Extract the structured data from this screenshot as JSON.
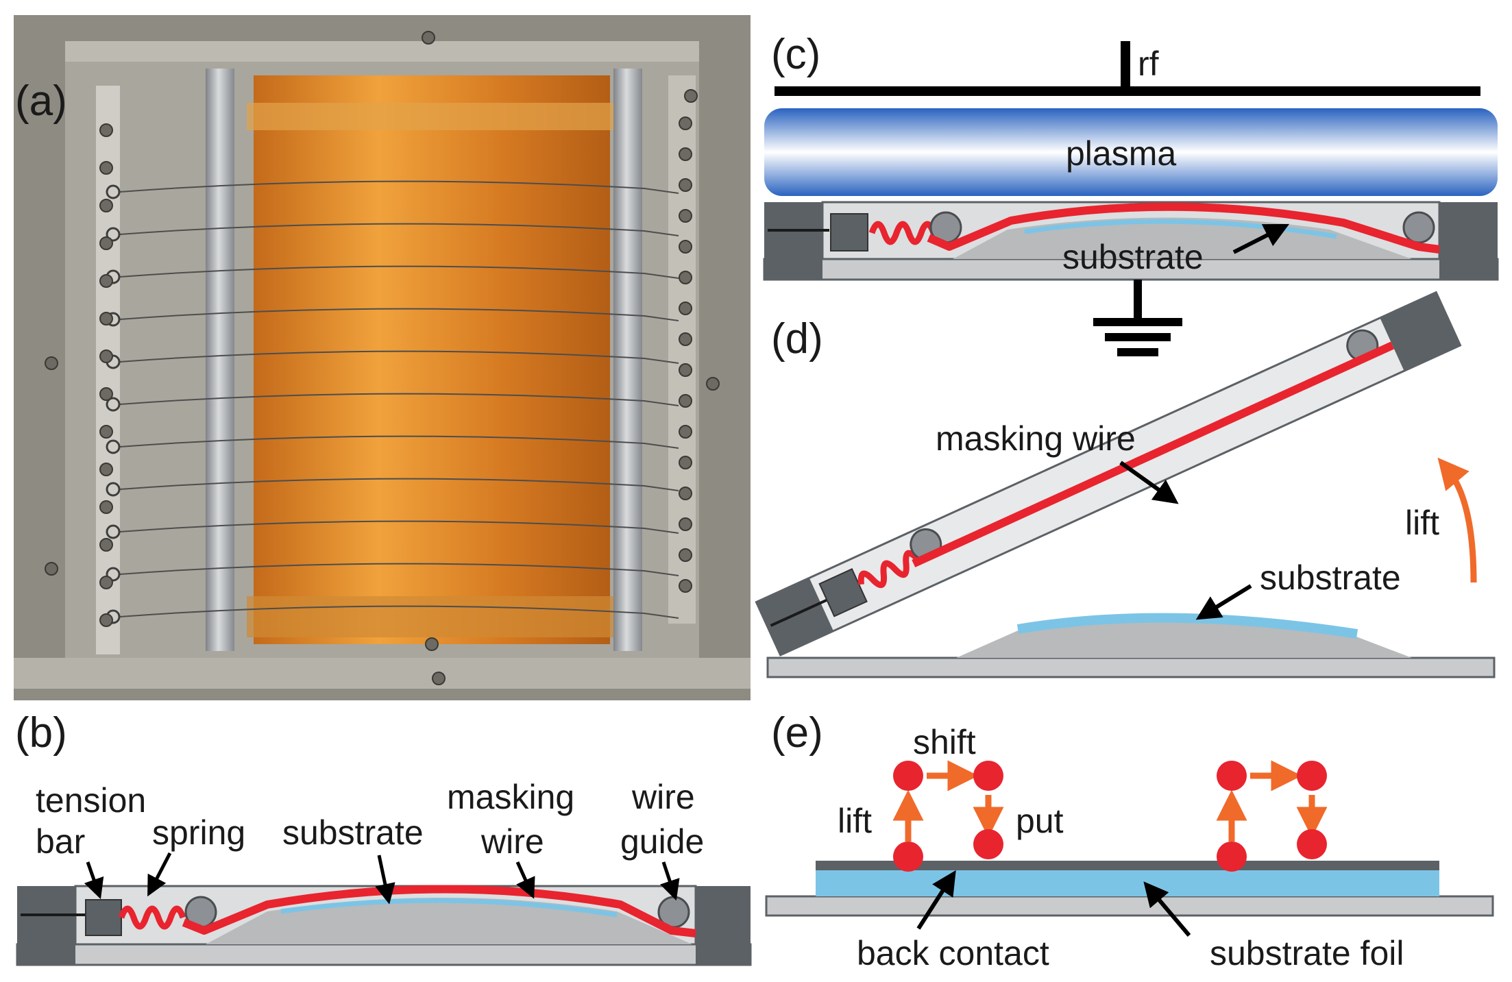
{
  "panels": {
    "a": {
      "label": "(a)"
    },
    "b": {
      "label": "(b)",
      "tension_bar": [
        "tension",
        "bar"
      ],
      "spring": "spring",
      "substrate": "substrate",
      "masking_wire": [
        "masking",
        "wire"
      ],
      "wire_guide": [
        "wire",
        "guide"
      ]
    },
    "c": {
      "label": "(c)",
      "rf": "rf",
      "plasma": "plasma",
      "substrate": "substrate"
    },
    "d": {
      "label": "(d)",
      "masking_wire": "masking wire",
      "lift": "lift",
      "substrate": "substrate"
    },
    "e": {
      "label": "(e)",
      "shift": "shift",
      "lift": "lift",
      "put": "put",
      "back_contact": "back contact",
      "substrate_foil": "substrate foil"
    }
  },
  "colors": {
    "masking_wire": "#e8242f",
    "substrate": "#7cc4e6",
    "frame_dark": "#5c6166",
    "frame_light": "#c9cbcd",
    "plasma_blue": "#2a63c0",
    "arrow_orange": "#f06a2a",
    "photo_film": "#d9802a"
  }
}
